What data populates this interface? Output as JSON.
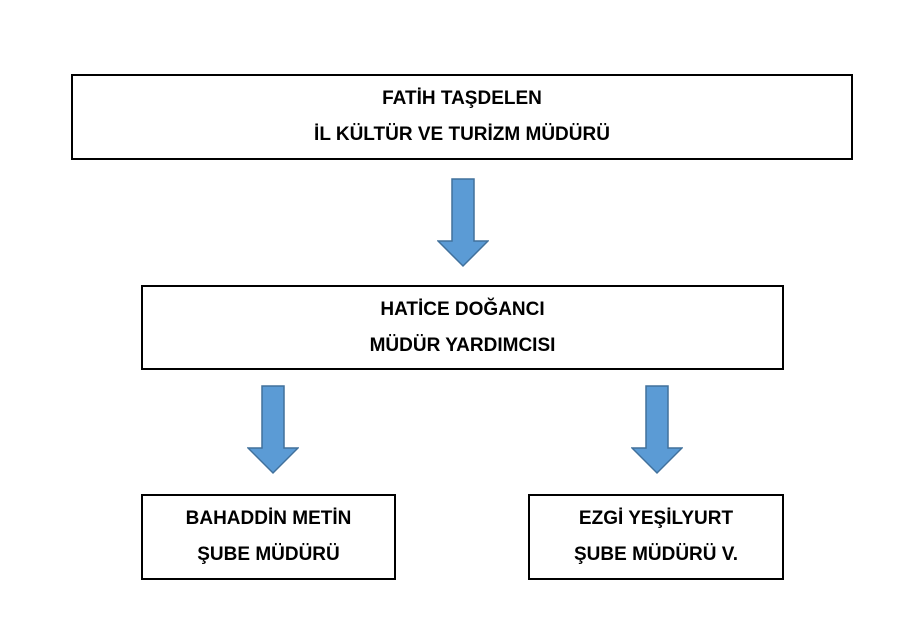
{
  "nodes": {
    "director": {
      "name": "FATİH TAŞDELEN",
      "title": "İL KÜLTÜR VE TURİZM MÜDÜRÜ"
    },
    "deputy": {
      "name": "HATİCE DOĞANCI",
      "title": "MÜDÜR YARDIMCISI"
    },
    "branch_left": {
      "name": "BAHADDİN METİN",
      "title": "ŞUBE MÜDÜRÜ"
    },
    "branch_right": {
      "name": "EZGİ YEŞİLYURT",
      "title": "ŞUBE MÜDÜRÜ V."
    }
  },
  "colors": {
    "arrow_fill": "#5b9bd5",
    "arrow_stroke": "#41719c",
    "box_border": "#000000"
  }
}
